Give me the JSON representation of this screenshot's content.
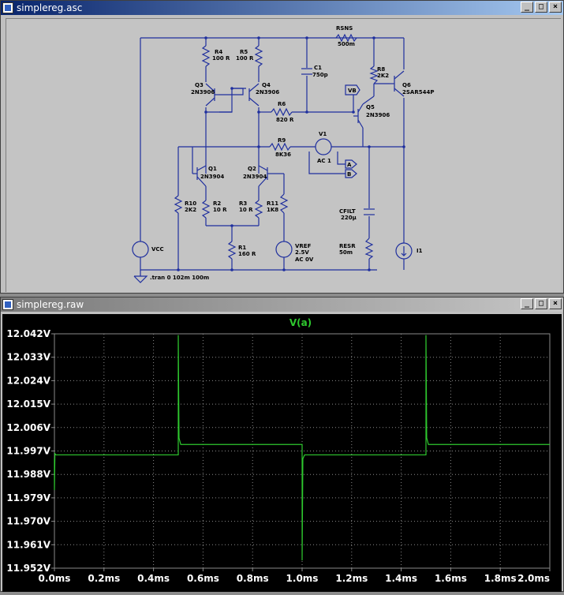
{
  "schematic_window": {
    "title": "simplereg.asc",
    "buttons": {
      "minimize": "_",
      "maximize": "□",
      "close": "×"
    }
  },
  "plot_window": {
    "title": "simplereg.raw",
    "buttons": {
      "minimize": "_",
      "maximize": "□",
      "close": "×"
    }
  },
  "schematic": {
    "components": {
      "R4": {
        "name": "R4",
        "value": "100 R"
      },
      "R5": {
        "name": "R5",
        "value": "100 R"
      },
      "RSNS": {
        "name": "RSNS",
        "value": "500m"
      },
      "C1": {
        "name": "C1",
        "value": "750p"
      },
      "R8": {
        "name": "R8",
        "value": "2K2"
      },
      "Q6": {
        "name": "Q6",
        "value": "2SAR544P"
      },
      "Q3": {
        "name": "Q3",
        "value": "2N3906"
      },
      "Q4": {
        "name": "Q4",
        "value": "2N3906"
      },
      "R6": {
        "name": "R6",
        "value": "820 R"
      },
      "Q5": {
        "name": "Q5",
        "value": "2N3906"
      },
      "V1": {
        "name": "V1",
        "value": "AC 1"
      },
      "R9": {
        "name": "R9",
        "value": "8K36"
      },
      "Q1": {
        "name": "Q1",
        "value": "2N3904"
      },
      "Q2": {
        "name": "Q2",
        "value": "2N3904"
      },
      "R10": {
        "name": "R10",
        "value": "2K2"
      },
      "R2": {
        "name": "R2",
        "value": "10 R"
      },
      "R3": {
        "name": "R3",
        "value": "10 R"
      },
      "R11": {
        "name": "R11",
        "value": "1K8"
      },
      "CFILT": {
        "name": "CFILT",
        "value": "220µ"
      },
      "RESR": {
        "name": "RESR",
        "value": "50m"
      },
      "R1": {
        "name": "R1",
        "value": "160 R"
      },
      "VCC": {
        "name": "VCC"
      },
      "VREF": {
        "name": "VREF",
        "value": "2.5V",
        "ac": "AC 0V"
      },
      "I1": {
        "name": "I1"
      }
    },
    "net_labels": {
      "VB": "VB",
      "A": "A",
      "B": "B"
    },
    "directive": ".tran 0 102m 100m",
    "wire_color": "#1f2f9e",
    "component_color": "#1f2f9e"
  },
  "chart_data": {
    "type": "line",
    "title": "V(a)",
    "xlabel": "",
    "ylabel": "",
    "xlim": [
      0.0,
      2.0
    ],
    "ylim": [
      11.952,
      12.042
    ],
    "x_ticks": [
      "0.0ms",
      "0.2ms",
      "0.4ms",
      "0.6ms",
      "0.8ms",
      "1.0ms",
      "1.2ms",
      "1.4ms",
      "1.6ms",
      "1.8ms",
      "2.0ms"
    ],
    "y_ticks": [
      "12.042V",
      "12.033V",
      "12.024V",
      "12.015V",
      "12.006V",
      "11.997V",
      "11.988V",
      "11.979V",
      "11.970V",
      "11.961V",
      "11.952V"
    ],
    "grid": true,
    "series": [
      {
        "name": "V(a)",
        "color": "#2ec82e",
        "x": [
          0.0,
          0.0,
          0.002,
          0.006,
          0.02,
          0.5,
          0.5,
          0.503,
          0.51,
          0.53,
          1.0,
          1.0,
          1.003,
          1.01,
          1.03,
          1.5,
          1.5,
          1.503,
          1.51,
          1.53,
          2.0
        ],
        "y": [
          11.994,
          11.982,
          11.996,
          11.9955,
          11.9955,
          11.9955,
          12.0415,
          12.002,
          11.9995,
          11.9995,
          11.9995,
          11.955,
          11.994,
          11.9955,
          11.9955,
          11.9955,
          12.0415,
          12.002,
          11.9995,
          11.9995,
          11.9995
        ]
      }
    ]
  }
}
